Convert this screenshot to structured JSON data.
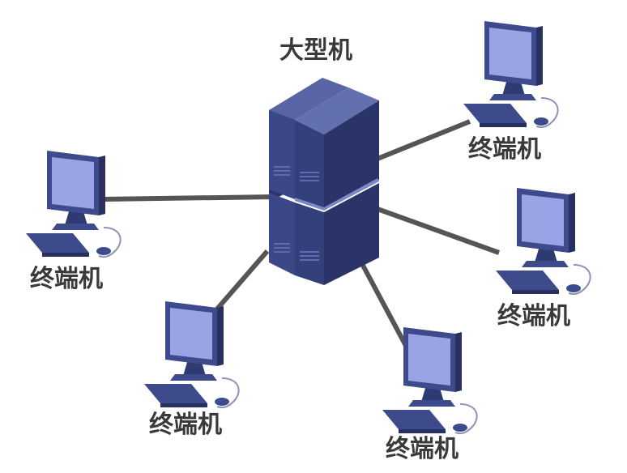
{
  "mainframe": {
    "label": "大型机"
  },
  "terminals": [
    {
      "label": "终端机"
    },
    {
      "label": "终端机"
    },
    {
      "label": "终端机"
    },
    {
      "label": "终端机"
    },
    {
      "label": "终端机"
    }
  ],
  "colors": {
    "server_front": "#3b4787",
    "server_side": "#2b3468",
    "server_top": "#5864a6",
    "link": "#555555",
    "monitor_frame": "#3d4a8c",
    "monitor_screen": "#9aa3e6",
    "label": "#3a3a3a"
  }
}
